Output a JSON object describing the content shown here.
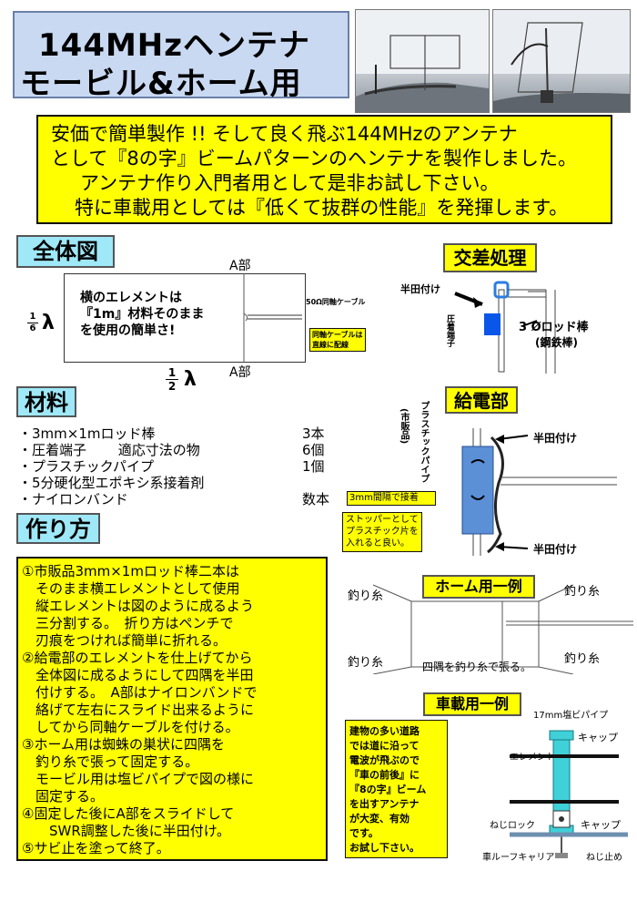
{
  "header": {
    "title_line1": "144MHzヘンテナ",
    "title_line2": "モービル&ホーム用"
  },
  "intro": {
    "lines": [
      "安価で簡単製作 !! そして良く飛ぶ144MHzのアンテナ",
      "として『8の字』ビームパターンのヘンテナを製作しました。",
      "アンテナ作り入門者用として是非お試し下さい。",
      "特に車載用としては『低くて抜群の性能』を発揮します。"
    ]
  },
  "overall": {
    "heading": "全体図",
    "label_a_top": "A部",
    "label_a_bottom": "A部",
    "note_lines": [
      "横のエレメントは",
      "『1m』材料そのまま",
      "を使用の簡単さ!"
    ],
    "cable_label": "50Ω同軸ケーブル",
    "cable_note_lines": [
      "同軸ケーブルは",
      "直線に配線"
    ],
    "sixth_num": "1",
    "sixth_den": "6",
    "half_num": "1",
    "half_den": "2",
    "lambda": "λ"
  },
  "cross": {
    "heading": "交差処理",
    "solder": "半田付け",
    "crimp": "圧着端子",
    "rod_lines": [
      "3 Øロッド棒",
      "(鋼鉄棒)"
    ]
  },
  "materials": {
    "heading": "材料",
    "items": [
      {
        "name": "・3mm×1mロッド棒",
        "qty": "3本"
      },
      {
        "name": "・圧着端子　　 適応寸法の物",
        "qty": "6個"
      },
      {
        "name": "・プラスチックパイプ",
        "qty": "1個"
      },
      {
        "name": "・5分硬化型エポキシ系接着剤",
        "qty": ""
      },
      {
        "name": "・ナイロンバンド",
        "qty": "数本"
      }
    ]
  },
  "feed": {
    "heading": "給電部",
    "pipe_label": "プラスチックパイプ",
    "pipe_sub": "(市販品)",
    "solder_top": "半田付け",
    "solder_bottom": "半田付け",
    "gap_label": "3mm間隔で接着",
    "stopper_lines": [
      "ストッパーとして",
      "プラスチック片を",
      "入れると良い。"
    ]
  },
  "method": {
    "heading": "作り方",
    "lines": [
      "①市販品3mm×1mロッド棒二本は",
      "　そのまま横エレメントとして使用",
      "　縦エレメントは図のように成るよう",
      "　三分割する。　折り方はペンチで",
      "　刃痕をつければ簡単に折れる。",
      "②給電部のエレメントを仕上げてから",
      "　全体図に成るようにして四隅を半田",
      "　付けする。　A部はナイロンバンドで",
      "　絡げて左右にスライド出来るように",
      "　してから同軸ケーブルを付ける。",
      "③ホーム用は蜘蛛の巣状に四隅を",
      "　釣り糸で張って固定する。",
      "　モービル用は塩ビパイプで図の様に",
      "　固定する。",
      "④固定した後にA部をスライドして",
      "　　SWR調整した後に半田付け。",
      "⑤サビ止を塗って終了。"
    ]
  },
  "home": {
    "heading": "ホーム用一例",
    "line_tl": "釣り糸",
    "line_tr": "釣り糸",
    "line_bl": "釣り糸",
    "line_br": "釣り糸",
    "caption": "四隅を釣り糸で張る。"
  },
  "mobile": {
    "heading": "車載用一例",
    "note_lines": [
      "建物の多い道路",
      "では道に沿って",
      "電波が飛ぶので",
      "『車の前後』に",
      "『8の字』ビーム",
      "を出すアンテナ",
      "が大変、有効",
      "です。",
      "お試し下さい。"
    ],
    "pipe_label": "17mm塩ビパイプ",
    "cap_top": "キャップ",
    "element": "エレメント",
    "lock": "ねじロック",
    "cap_bottom": "キャップ",
    "carrier": "車ルーフキャリア",
    "nut": "ねじ止め"
  },
  "colors": {
    "title_bg": "#c9d9f2",
    "highlight": "#ffff00",
    "section_bg": "#9fe8f8",
    "feed_pipe": "#5b8fd6"
  }
}
